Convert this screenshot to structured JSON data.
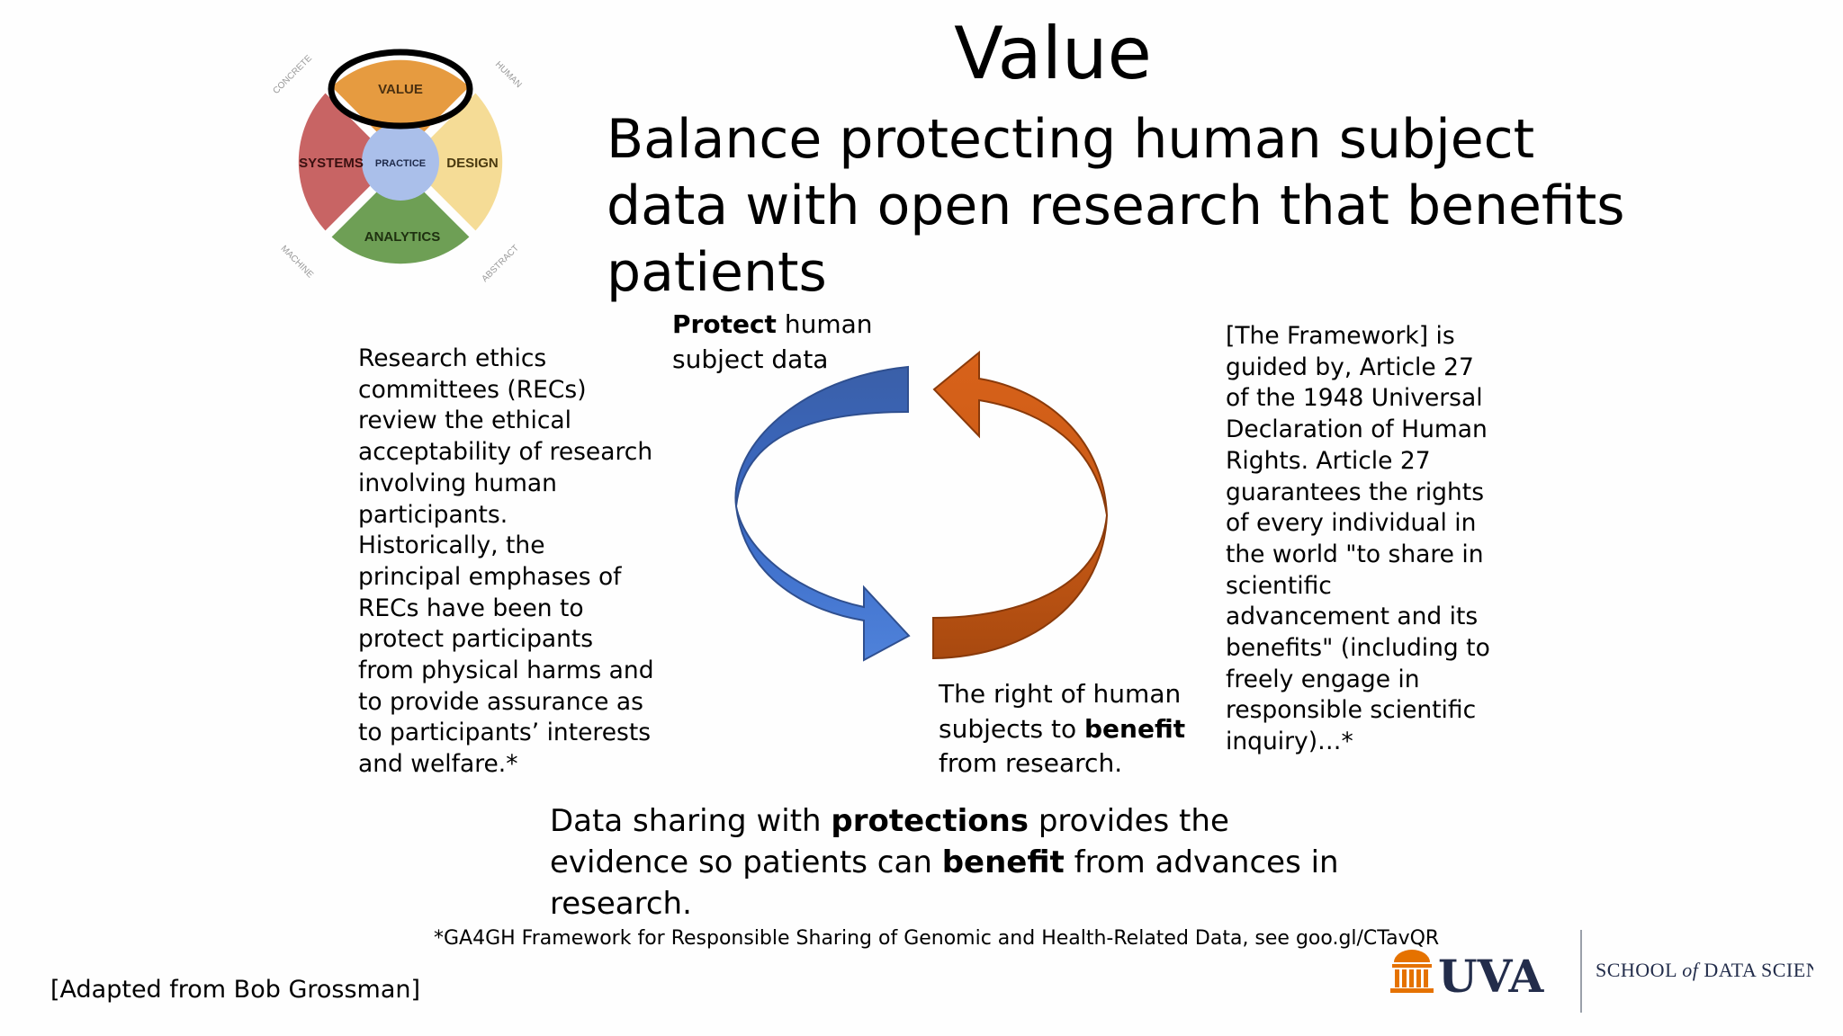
{
  "slide": {
    "title": "Value",
    "subtitle": "Balance protecting human subject data with open research that benefits patients",
    "left_paragraph": "Research ethics committees (RECs) review the ethical acceptability of research involving human participants. Historically, the principal emphases of RECs have been to protect participants from physical harms and to provide assurance as to participants’ interests and welfare.*",
    "right_paragraph": "[The Framework] is guided by, Article 27 of the 1948 Universal Declaration of Human Rights. Article 27 guarantees the rights of every individual in the world \"to share in scientific advancement and its benefits\" (including to freely engage in responsible scientific inquiry)…*",
    "protect_label": {
      "bold": "Protect",
      "rest": " human subject data"
    },
    "benefit_label": {
      "pre": "The right of human subjects to ",
      "bold": "benefit",
      "post": " from research."
    },
    "summary": {
      "pre": "Data sharing with ",
      "bold1": "protections",
      "mid": " provides the evidence so patients can ",
      "bold2": "benefit",
      "post": " from advances in research."
    },
    "footnote": "*GA4GH Framework for Responsible Sharing of Genomic and Health-Related Data, see goo.gl/CTavQR",
    "credit": "[Adapted from Bob Grossman]"
  },
  "wheel": {
    "segments": [
      "VALUE",
      "DESIGN",
      "ANALYTICS",
      "SYSTEMS"
    ],
    "center": "PRACTICE",
    "edge_labels": [
      "CONCRETE",
      "HUMAN",
      "ABSTRACT",
      "MACHINE"
    ],
    "highlighted": "VALUE"
  },
  "logo": {
    "wordmark": "UVA",
    "school": {
      "pre": "SCHOOL ",
      "of": "of",
      "post": " DATA SCIENCE"
    }
  },
  "colors": {
    "value": "#e69b40",
    "design": "#f5dc96",
    "analytics": "#6e9f55",
    "systems": "#c86464",
    "practice": "#aabfea",
    "arrow_blue": "#4a78cc",
    "arrow_orange": "#cc5f18",
    "uva_navy": "#232d4b",
    "uva_orange": "#e57200"
  }
}
